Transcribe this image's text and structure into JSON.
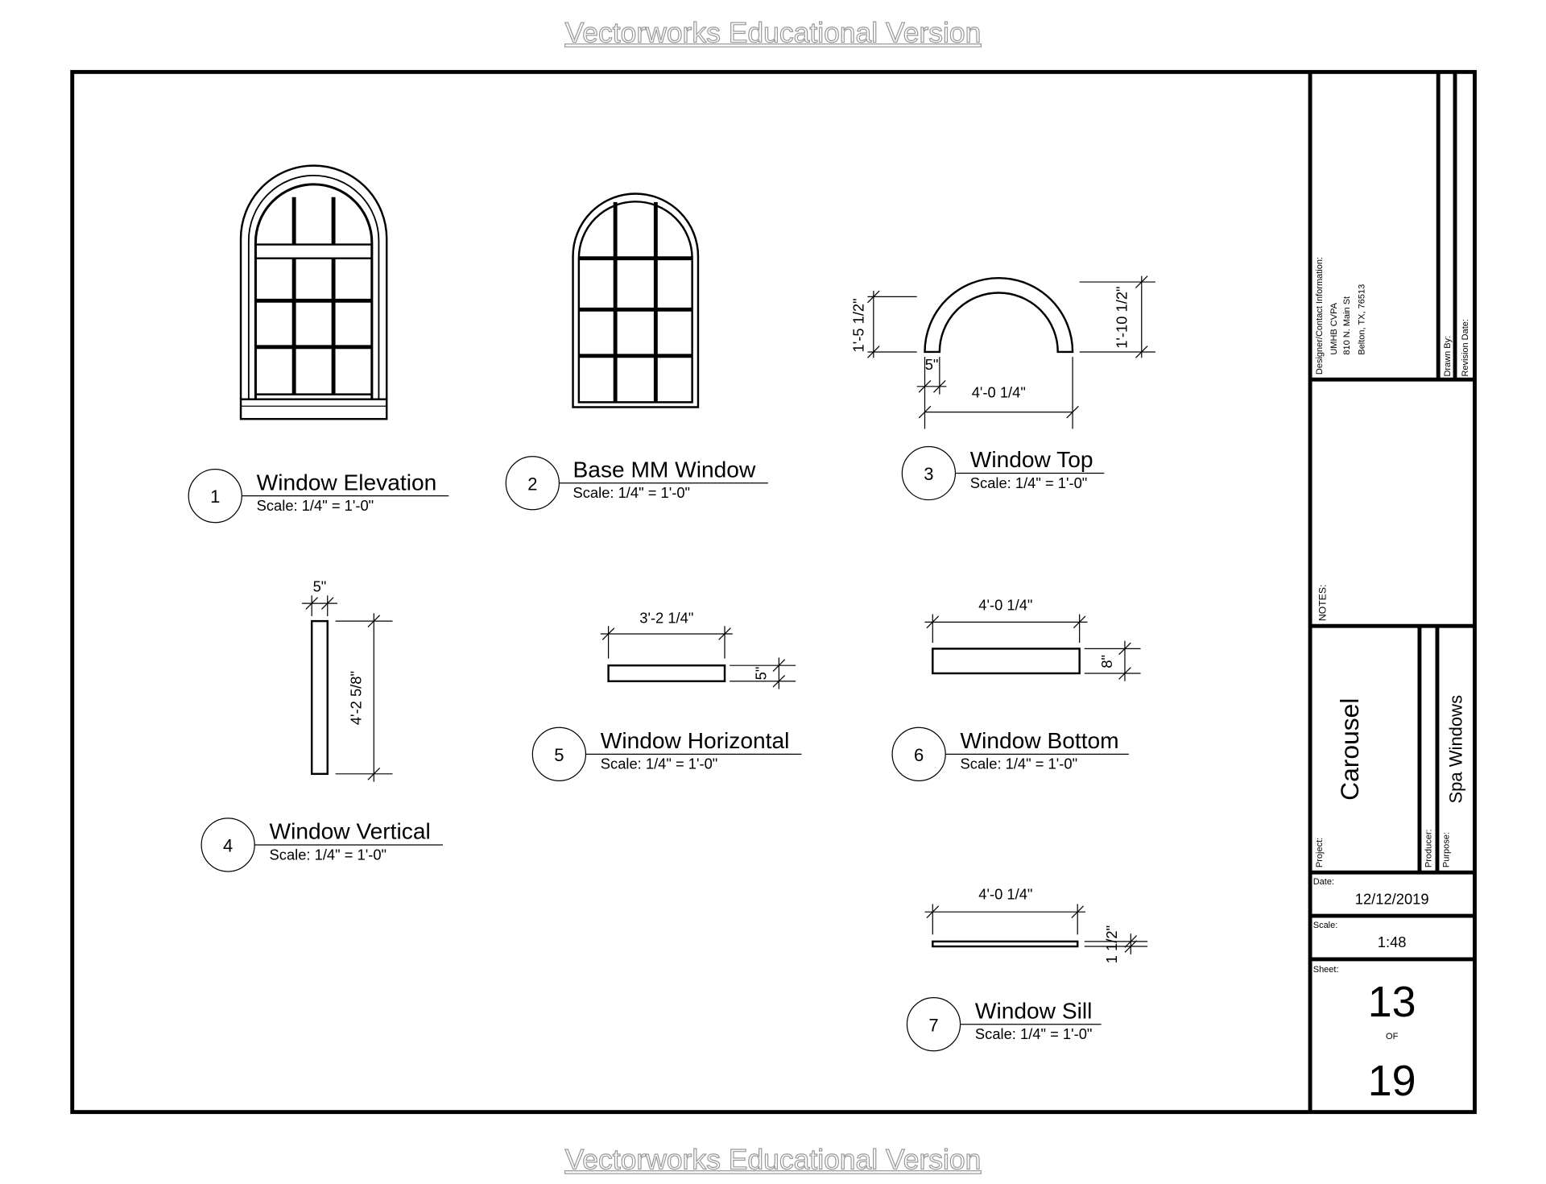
{
  "watermark": "Vectorworks Educational Version",
  "views": [
    {
      "number": "1",
      "title": "Window Elevation",
      "scale": "Scale: 1/4\" = 1'-0\""
    },
    {
      "number": "2",
      "title": "Base MM Window",
      "scale": "Scale: 1/4\" = 1'-0\""
    },
    {
      "number": "3",
      "title": "Window Top",
      "scale": "Scale: 1/4\" = 1'-0\""
    },
    {
      "number": "4",
      "title": "Window Vertical",
      "scale": "Scale: 1/4\" = 1'-0\""
    },
    {
      "number": "5",
      "title": "Window Horizontal",
      "scale": "Scale: 1/4\" = 1'-0\""
    },
    {
      "number": "6",
      "title": "Window Bottom",
      "scale": "Scale: 1/4\" = 1'-0\""
    },
    {
      "number": "7",
      "title": "Window Sill",
      "scale": "Scale: 1/4\" = 1'-0\""
    }
  ],
  "dimensions": {
    "top_left_height": "1'-5 1/2\"",
    "top_right_height": "1'-10 1/2\"",
    "top_thickness": "5\"",
    "top_width": "4'-0 1/4\"",
    "vertical_width": "5\"",
    "vertical_height": "4'-2 5/8\"",
    "horizontal_width": "3'-2 1/4\"",
    "horizontal_height": "5\"",
    "bottom_width": "4'-0 1/4\"",
    "bottom_height": "8\"",
    "sill_width": "4'-0 1/4\"",
    "sill_height": "1 1/2\""
  },
  "title_block": {
    "designer_label": "Designer/Contact Information:",
    "designer_lines": [
      "UMHB CVPA",
      "810 N. Main St",
      "Belton, TX, 76513"
    ],
    "drawn_by_label": "Drawn By:",
    "revision_date_label": "Revision Date:",
    "notes_label": "NOTES:",
    "project_label": "Project:",
    "project": "Carousel",
    "producer_label": "Producer:",
    "purpose_label": "Purpose:",
    "purpose": "Spa Windows",
    "date_label": "Date:",
    "date": "12/12/2019",
    "scale_label": "Scale:",
    "scale": "1:48",
    "sheet_label": "Sheet:",
    "sheet": "13",
    "of_label": "OF",
    "total_sheets": "19"
  }
}
